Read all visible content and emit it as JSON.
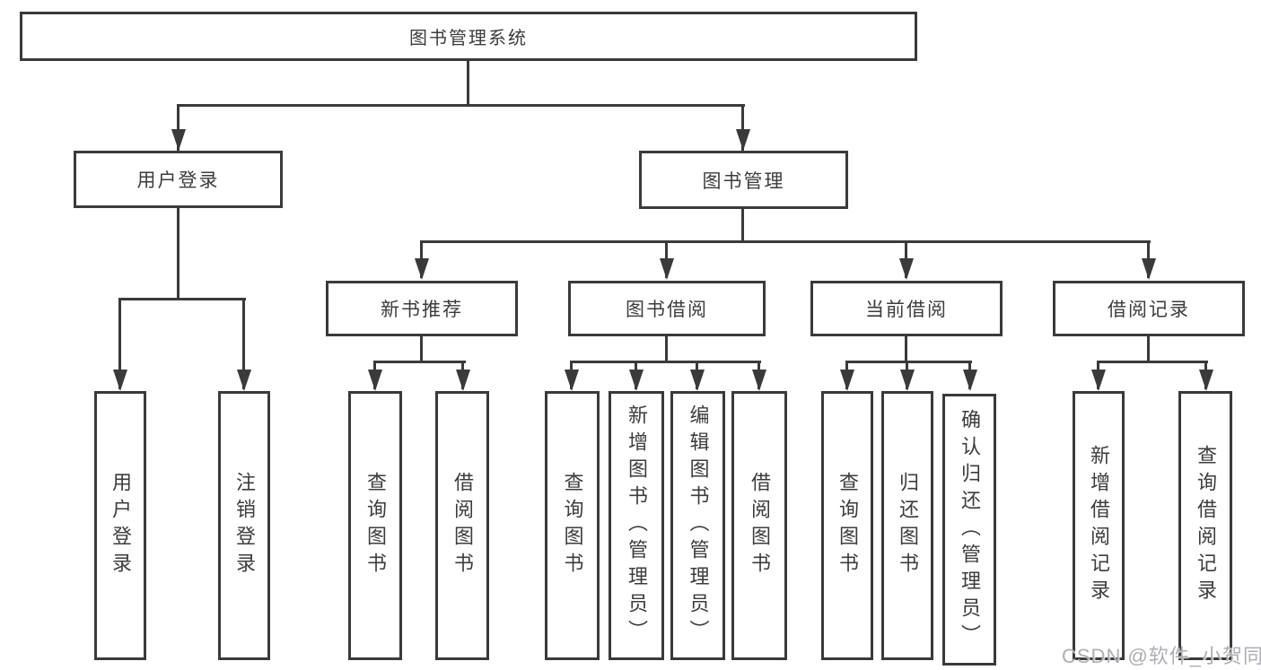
{
  "diagram": {
    "type": "hierarchy-tree",
    "title": "图书管理系统",
    "branches": [
      {
        "label": "用户登录",
        "leaves": [
          "用户登录",
          "注销登录"
        ]
      },
      {
        "label": "图书管理",
        "groups": [
          {
            "label": "新书推荐",
            "leaves": [
              "查询图书",
              "借阅图书"
            ]
          },
          {
            "label": "图书借阅",
            "leaves": [
              "查询图书",
              "新增图书（管理员）",
              "编辑图书（管理员）",
              "借阅图书"
            ]
          },
          {
            "label": "当前借阅",
            "leaves": [
              "查询图书",
              "归还图书",
              "确认归还（管理员）"
            ]
          },
          {
            "label": "借阅记录",
            "leaves": [
              "新增借阅记录",
              "查询借阅记录"
            ]
          }
        ]
      }
    ]
  },
  "watermark": "CSDN @软件_小贺同学",
  "colors": {
    "line": "#3a3a3a",
    "text": "#3c3c3c",
    "watermark": "#aeaeb4",
    "background": "#ffffff"
  }
}
